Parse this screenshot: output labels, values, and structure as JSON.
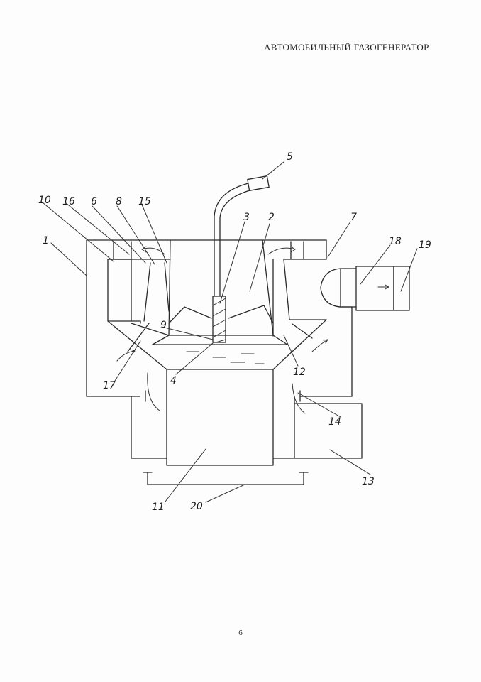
{
  "document": {
    "header_title": "АВТОМОБИЛЬНЫЙ ГАЗОГЕНЕРАТОР",
    "page_number": "6"
  },
  "diagram": {
    "labels": [
      "1",
      "2",
      "3",
      "4",
      "5",
      "6",
      "7",
      "8",
      "9",
      "10",
      "11",
      "12",
      "13",
      "14",
      "15",
      "16",
      "17",
      "18",
      "19",
      "20"
    ]
  }
}
